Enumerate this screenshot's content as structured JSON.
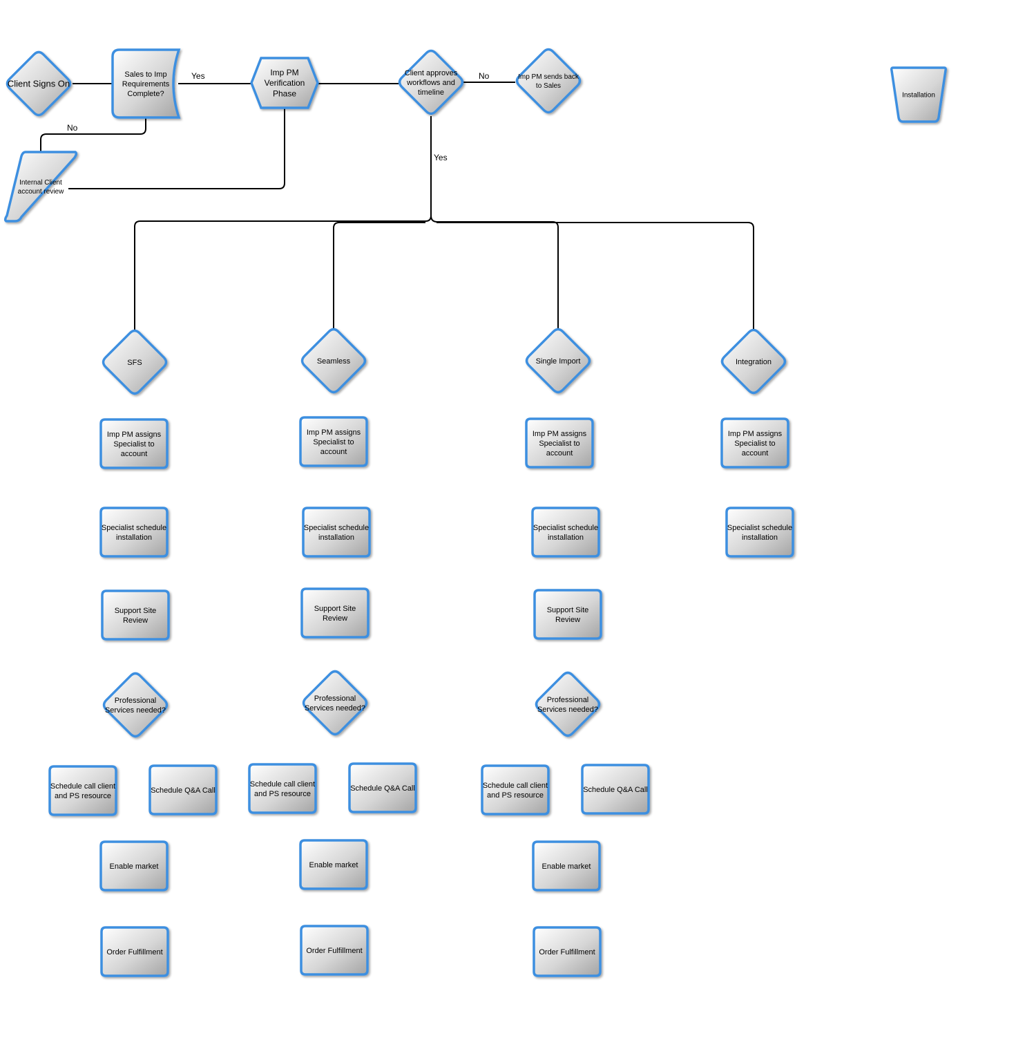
{
  "nodes": {
    "client_signs_on": [
      "Client Signs On"
    ],
    "sales_to_imp": [
      "Sales to Imp",
      "Requirements",
      "Complete?"
    ],
    "imp_pm_verification": [
      "Imp PM",
      "Verification",
      "Phase"
    ],
    "client_approves": [
      "Client approves",
      "workflows and",
      "timeline"
    ],
    "imp_pm_sends_back": [
      "Imp PM sends back",
      "to Sales"
    ],
    "internal_client_review": [
      "Internal Client",
      "account review"
    ],
    "installation": [
      "Installation"
    ],
    "sfs": [
      "SFS"
    ],
    "seamless": [
      "Seamless"
    ],
    "single_import": [
      "Single Import"
    ],
    "integration": [
      "Integration"
    ],
    "assign_sfs": [
      "Imp PM assigns",
      "Specialist to",
      "account"
    ],
    "assign_seamless": [
      "Imp PM assigns",
      "Specialist to",
      "account"
    ],
    "assign_single": [
      "Imp PM assigns",
      "Specialist to",
      "account"
    ],
    "assign_integration": [
      "Imp PM assigns",
      "Specialist to",
      "account"
    ],
    "sched_install_sfs": [
      "Specialist schedule",
      "installation"
    ],
    "sched_install_seamless": [
      "Specialist schedule",
      "installation"
    ],
    "sched_install_single": [
      "Specialist schedule",
      "installation"
    ],
    "sched_install_integration": [
      "Specialist schedule",
      "installation"
    ],
    "support_sfs": [
      "Support Site",
      "Review"
    ],
    "support_seamless": [
      "Support Site",
      "Review"
    ],
    "support_single": [
      "Support Site",
      "Review"
    ],
    "ps_sfs": [
      "Professional",
      "Services needed?"
    ],
    "ps_seamless": [
      "Professional",
      "Services needed?"
    ],
    "ps_single": [
      "Professional",
      "Services needed?"
    ],
    "call_sfs": [
      "Schedule call client",
      "and PS resource"
    ],
    "call_seamless": [
      "Schedule call client",
      "and PS resource"
    ],
    "call_single": [
      "Schedule call client",
      "and PS resource"
    ],
    "qa_sfs": [
      "Schedule Q&A Call"
    ],
    "qa_seamless": [
      "Schedule Q&A Call"
    ],
    "qa_single": [
      "Schedule Q&A Call"
    ],
    "enable_sfs": [
      "Enable market"
    ],
    "enable_seamless": [
      "Enable market"
    ],
    "enable_single": [
      "Enable market"
    ],
    "order_sfs": [
      "Order Fulfillment"
    ],
    "order_seamless": [
      "Order Fulfillment"
    ],
    "order_single": [
      "Order Fulfillment"
    ]
  },
  "edge_labels": {
    "yes_requirements": "Yes",
    "no_requirements": "No",
    "no_approval": "No",
    "yes_approval": "Yes"
  },
  "colors": {
    "node_border": "#3d8fe0",
    "node_fill_light": "#ffffff",
    "node_fill_dark": "#a9a9a9",
    "connector": "#000000"
  }
}
